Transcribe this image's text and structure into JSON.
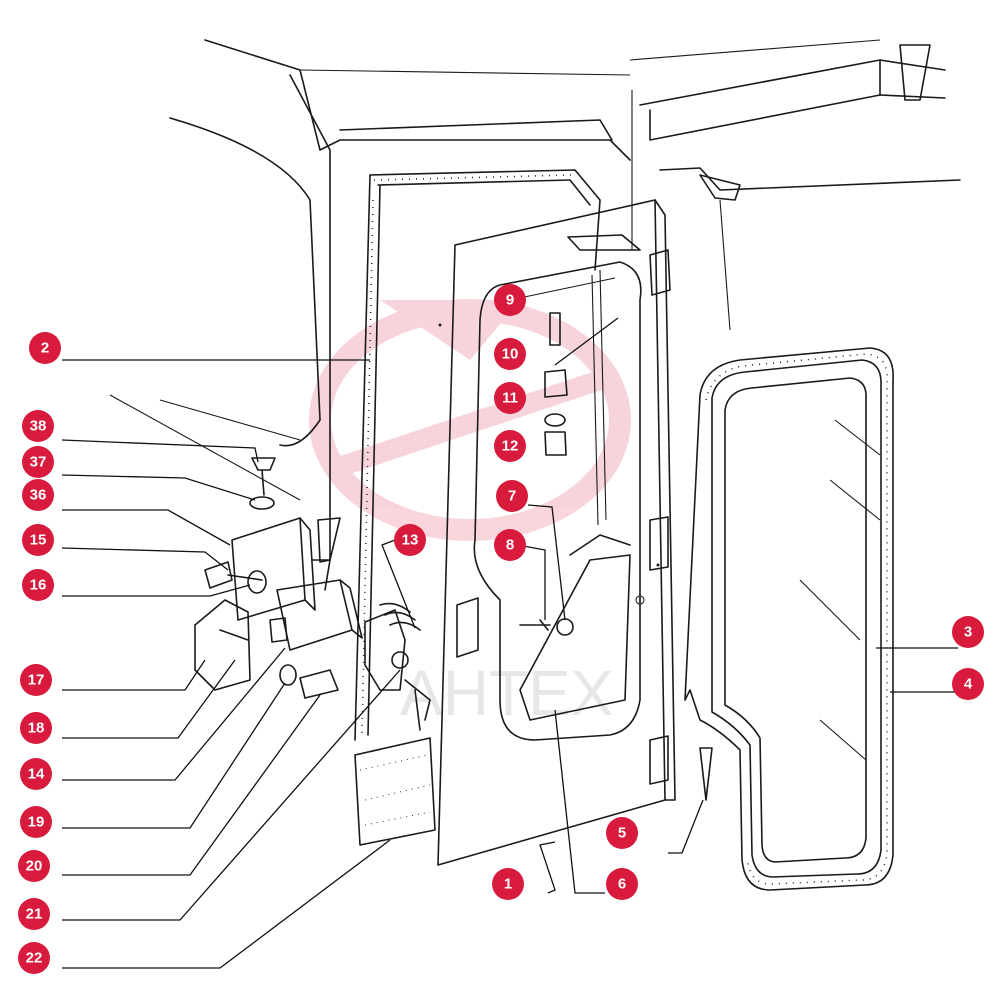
{
  "diagram": {
    "watermark_text": "AHTEX",
    "accent_color": "#d81a3c",
    "callouts": [
      "1",
      "2",
      "3",
      "4",
      "5",
      "6",
      "7",
      "8",
      "9",
      "10",
      "11",
      "12",
      "13",
      "14",
      "15",
      "16",
      "17",
      "18",
      "19",
      "20",
      "21",
      "22",
      "36",
      "37",
      "38"
    ]
  }
}
